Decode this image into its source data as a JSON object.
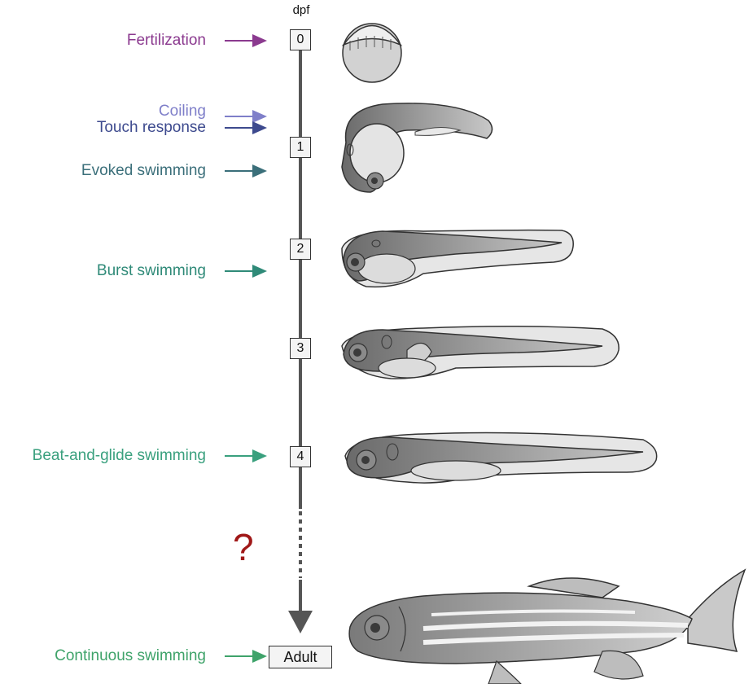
{
  "axis_unit": "dpf",
  "stages": [
    {
      "label": "0"
    },
    {
      "label": "1"
    },
    {
      "label": "2"
    },
    {
      "label": "3"
    },
    {
      "label": "4"
    },
    {
      "label": "Adult"
    }
  ],
  "behaviors": [
    {
      "text": "Fertilization",
      "color": "#8b3a8f"
    },
    {
      "text": "Coiling",
      "color": "#7f7fc9"
    },
    {
      "text": "Touch response",
      "color": "#3d4a8e"
    },
    {
      "text": "Evoked swimming",
      "color": "#3b6f7a"
    },
    {
      "text": "Burst swimming",
      "color": "#2f8a78"
    },
    {
      "text": "Beat-and-glide swimming",
      "color": "#3aa07e"
    },
    {
      "text": "Continuous swimming",
      "color": "#3fa36a"
    }
  ],
  "unknown_marker": "?",
  "colors": {
    "timeline": "#555555",
    "unknown": "#a01818",
    "fish_dark": "#6e6e6e",
    "fish_light": "#e2e2e2"
  }
}
